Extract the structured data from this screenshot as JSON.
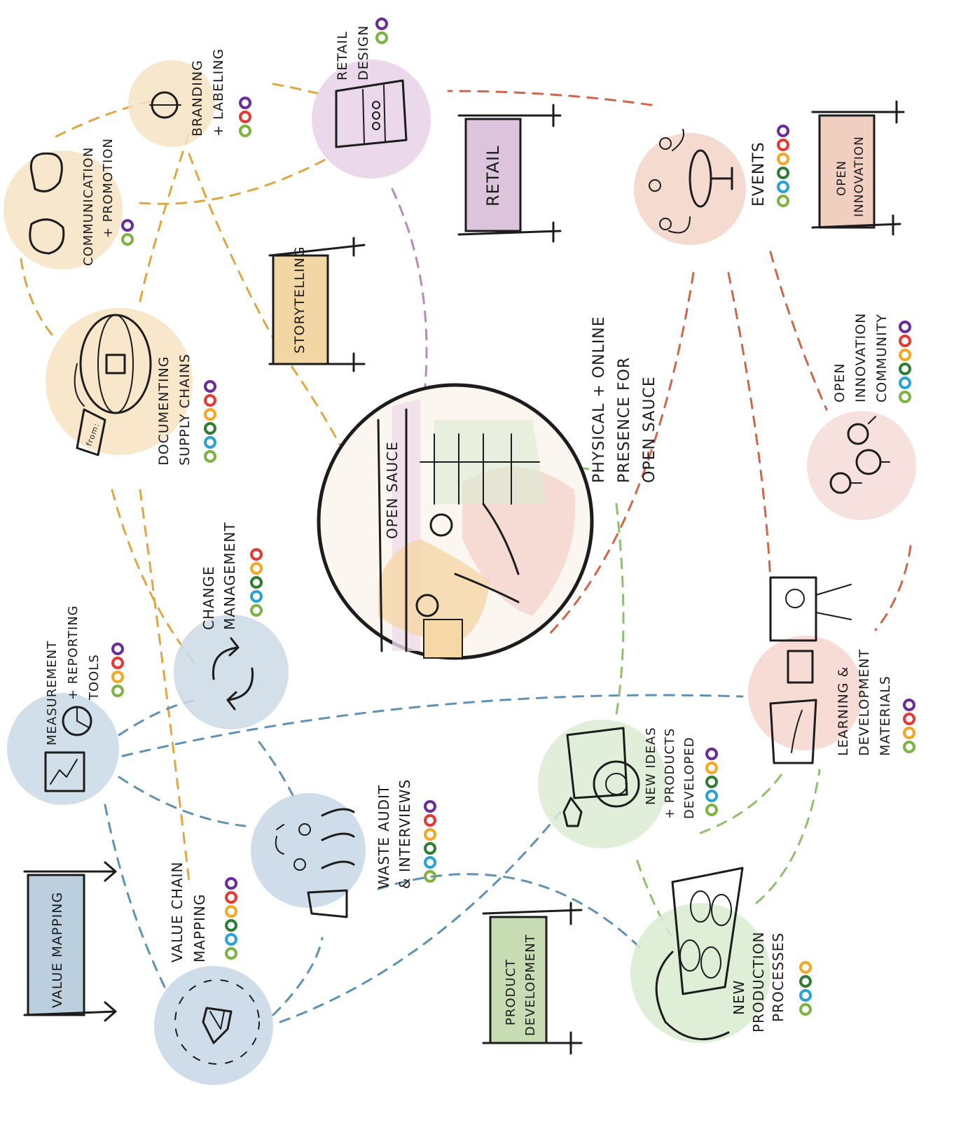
{
  "central_hub": {
    "label": "PHYSICAL + ONLINE PRESENCE FOR OPEN SAUCE",
    "lines": [
      "PHYSICAL + ONLINE",
      "PRESENCE FOR",
      "OPEN SAUCE"
    ],
    "shop_sign": "OPEN SAUCE"
  },
  "pillars": [
    {
      "key": "storytelling",
      "label": "STORYTELLING",
      "color": "#f2d7a4"
    },
    {
      "key": "retail",
      "label": "RETAIL",
      "color": "#dcc4dc"
    },
    {
      "key": "open_innovation",
      "label": "OPEN INNOVATION",
      "lines": [
        "OPEN",
        "INNOVATION"
      ],
      "color": "#f0cfc1"
    },
    {
      "key": "value_mapping",
      "label": "VALUE MAPPING",
      "color": "#bccfde"
    },
    {
      "key": "product_development",
      "label": "PRODUCT DEVELOPMENT",
      "lines": [
        "PRODUCT",
        "DEVELOPMENT"
      ],
      "color": "#c8dcb4"
    }
  ],
  "activities": [
    {
      "key": "communication",
      "lines": [
        "COMMUNICATION",
        "+ PROMOTION"
      ],
      "icon": "speech-bubbles-icon",
      "bubble_color": "#f6e3c4",
      "dots": [
        "#7cb342",
        "#6a2c9b"
      ]
    },
    {
      "key": "branding",
      "lines": [
        "BRANDING",
        "+ LABELING"
      ],
      "icon": "label-icon",
      "bubble_color": "#f6e3c4",
      "dots": [
        "#7cb342",
        "#e53935",
        "#6a2c9b"
      ]
    },
    {
      "key": "retail_design",
      "lines": [
        "RETAIL",
        "DESIGN"
      ],
      "icon": "shop-shelf-icon",
      "bubble_color": "#e8d2e8",
      "dots": [
        "#7cb342",
        "#6a2c9b"
      ]
    },
    {
      "key": "events",
      "lines": [
        "EVENTS"
      ],
      "icon": "meeting-table-icon",
      "bubble_color": "#f3d4c8",
      "dots": [
        "#7cb342",
        "#29a3d4",
        "#2e7d32",
        "#f5a623",
        "#e53935",
        "#6a2c9b"
      ]
    },
    {
      "key": "documenting",
      "lines": [
        "DOCUMENTING",
        "SUPPLY CHAINS"
      ],
      "icon": "pumpkin-tag-icon",
      "tag_text": "from:",
      "bubble_color": "#f8e3c2",
      "dots": [
        "#7cb342",
        "#29a3d4",
        "#2e7d32",
        "#f5a623",
        "#e53935",
        "#6a2c9b"
      ]
    },
    {
      "key": "oi_community",
      "lines": [
        "OPEN",
        "INNOVATION",
        "COMMUNITY"
      ],
      "icon": "lightbulbs-icon",
      "bubble_color": "#f6dcd8",
      "dots": [
        "#7cb342",
        "#29a3d4",
        "#2e7d32",
        "#f5a623",
        "#e53935",
        "#6a2c9b"
      ]
    },
    {
      "key": "measurement",
      "lines": [
        "MEASUREMENT",
        "+ REPORTING",
        "TOOLS"
      ],
      "icon": "charts-icon",
      "bubble_color": "#c9d9e6",
      "dots": [
        "#7cb342",
        "#f5a623",
        "#e53935",
        "#6a2c9b"
      ]
    },
    {
      "key": "change",
      "lines": [
        "CHANGE",
        "MANAGEMENT"
      ],
      "icon": "cycle-arrows-icon",
      "bubble_color": "#cbdae6",
      "dots": [
        "#7cb342",
        "#29a3d4",
        "#2e7d32",
        "#f5a623",
        "#e53935"
      ]
    },
    {
      "key": "learning",
      "lines": [
        "LEARNING &",
        "DEVELOPMENT",
        "MATERIALS"
      ],
      "icon": "books-screen-icon",
      "bubble_color": "#f4d6cc",
      "dots": [
        "#7cb342",
        "#f5a623",
        "#e53935",
        "#6a2c9b"
      ]
    },
    {
      "key": "waste_audit",
      "lines": [
        "WASTE AUDIT",
        "& INTERVIEWS"
      ],
      "icon": "interview-people-icon",
      "bubble_color": "#c6d7e5",
      "dots": [
        "#7cb342",
        "#29a3d4",
        "#2e7d32",
        "#f5a623",
        "#e53935",
        "#6a2c9b"
      ]
    },
    {
      "key": "new_ideas",
      "lines": [
        "NEW IDEAS",
        "+ PRODUCTS",
        "DEVELOPED"
      ],
      "icon": "sauce-jars-icon",
      "bubble_color": "#dcebd3",
      "dots": [
        "#7cb342",
        "#29a3d4",
        "#2e7d32",
        "#f5a623",
        "#6a2c9b"
      ]
    },
    {
      "key": "value_chain",
      "lines": [
        "VALUE CHAIN",
        "MAPPING"
      ],
      "icon": "diamond-cycle-icon",
      "bubble_color": "#c6d7e5",
      "dots": [
        "#7cb342",
        "#29a3d4",
        "#2e7d32",
        "#f5a623",
        "#e53935",
        "#6a2c9b"
      ]
    },
    {
      "key": "new_production",
      "lines": [
        "NEW",
        "PRODUCTION",
        "PROCESSES"
      ],
      "icon": "baking-tray-icon",
      "bubble_color": "#d9ebd0",
      "dots": [
        "#7cb342",
        "#29a3d4",
        "#2e7d32",
        "#f5a623"
      ]
    }
  ],
  "flow_colors": {
    "storytelling": "#e0a640",
    "retail": "#b98ab8",
    "open_innovation": "#d0654a",
    "value_mapping": "#5e91b4",
    "product_development": "#8fbf6f"
  }
}
